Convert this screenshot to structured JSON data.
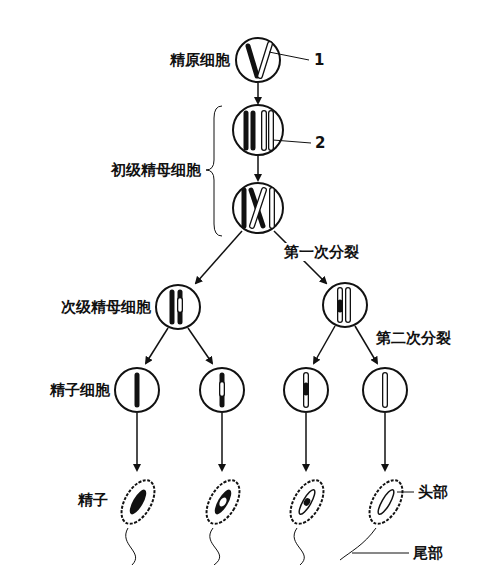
{
  "diagram": {
    "labels": [
      "精原细胞",
      "1",
      "2",
      "初级精母细胞",
      "第一次分裂",
      "次级精母细胞",
      "第二次分裂",
      "精子细胞",
      "精子",
      "头部",
      "尾部"
    ]
  }
}
